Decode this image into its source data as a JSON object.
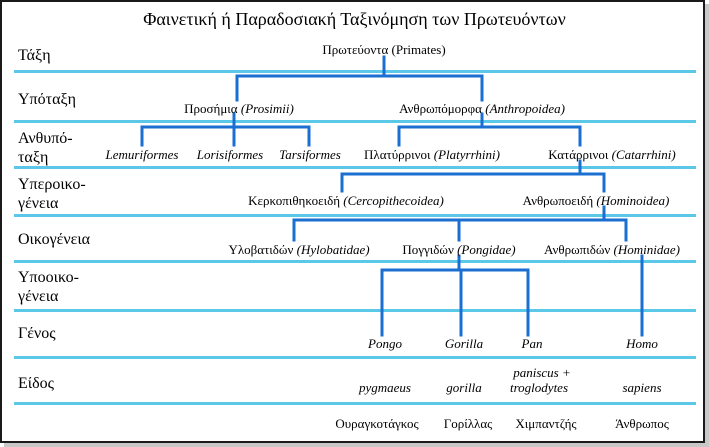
{
  "title": "Φαινετική ή Παραδοσιακή Ταξινόμηση των Πρωτευόντων",
  "ranks": {
    "order": "Τάξη",
    "suborder": "Υπόταξη",
    "infraorder_1": "Ανθυπό-",
    "infraorder_2": "ταξη",
    "superfamily_1": "Υπεροικο-",
    "superfamily_2": "γένεια",
    "family": "Οικογένεια",
    "subfamily_1": "Υποοικο-",
    "subfamily_2": "γένεια",
    "genus": "Γένος",
    "species": "Είδος"
  },
  "nodes": {
    "primates": {
      "gr": "Πρωτεύοντα (Primates)",
      "lat": ""
    },
    "prosimii": {
      "gr": "Προσήμια ",
      "lat": "(Prosimii)"
    },
    "anthropoidea": {
      "gr": "Ανθρωπόμορφα ",
      "lat": "(Anthropoidea)"
    },
    "lemuriformes": {
      "gr": "",
      "lat": "Lemuriformes"
    },
    "lorisiformes": {
      "gr": "",
      "lat": "Lorisiformes"
    },
    "tarsiformes": {
      "gr": "",
      "lat": "Tarsiformes"
    },
    "platyrrhini": {
      "gr": "Πλατύρρινοι ",
      "lat": "(Platyrrhini)"
    },
    "catarrhini": {
      "gr": "Κατάρρινοι ",
      "lat": "(Catarrhini)"
    },
    "cercopithecoidea": {
      "gr": "Κερκοπιθηκοειδή ",
      "lat": "(Cercopithecoidea)"
    },
    "hominoidea": {
      "gr": "Ανθρωποειδή ",
      "lat": "(Hominoidea)"
    },
    "hylobatidae": {
      "gr": "Υλοβατιδών ",
      "lat": "(Hylobatidae)"
    },
    "pongidae": {
      "gr": "Πογγιδών ",
      "lat": "(Pongidae)"
    },
    "hominidae": {
      "gr": "Ανθρωπιδών ",
      "lat": "(Hominidae)"
    },
    "pongo": {
      "gr": "",
      "lat": "Pongo"
    },
    "gorilla_genus": {
      "gr": "",
      "lat": "Gorilla"
    },
    "pan": {
      "gr": "",
      "lat": "Pan"
    },
    "homo": {
      "gr": "",
      "lat": "Homo"
    }
  },
  "species": {
    "pygmaeus": "pygmaeus",
    "gorilla": "gorilla",
    "paniscus": "paniscus +",
    "troglodytes": "troglodytes",
    "sapiens": "sapiens"
  },
  "common_names": {
    "orangutan": "Ουραγκοτάγκος",
    "gorilla": "Γορίλλας",
    "chimpanzee": "Χιμπαντζής",
    "human": "Άνθρωπος"
  },
  "colors": {
    "tree": "#1b6fd1",
    "row_line": "#5ac8e6"
  }
}
